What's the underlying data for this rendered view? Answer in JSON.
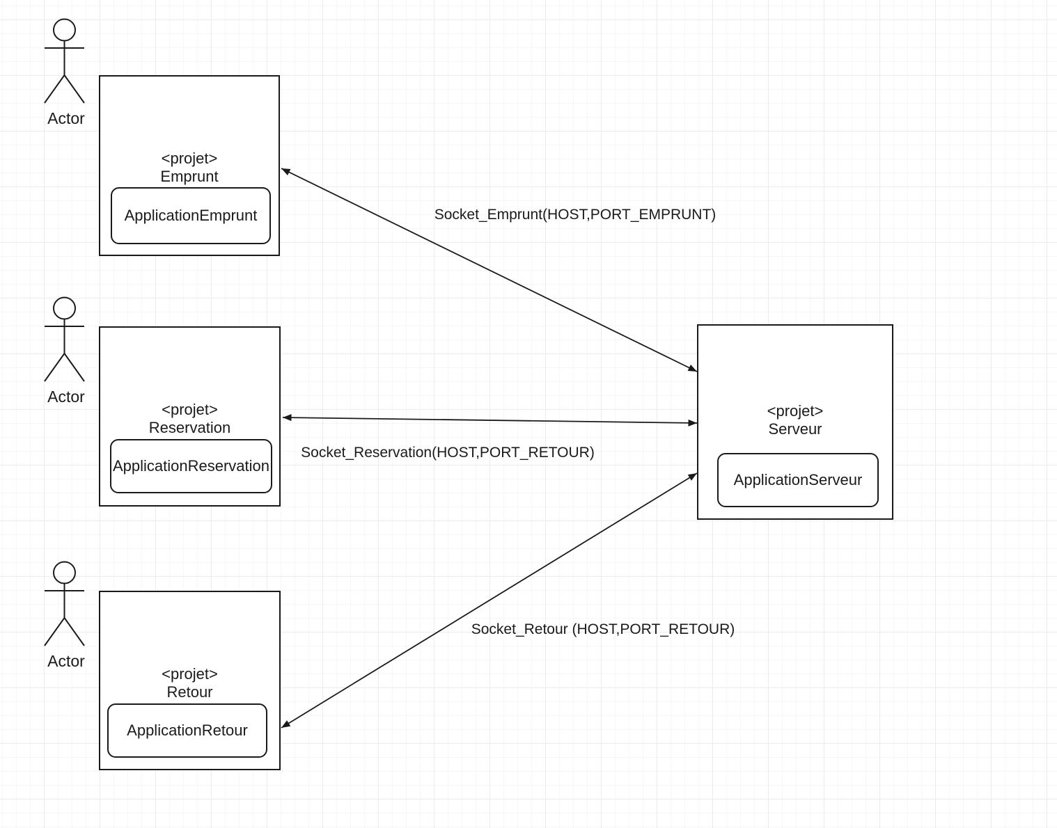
{
  "diagram": {
    "background_color": "#ffffff",
    "grid_minor_color": "#f7f7f7",
    "grid_major_color": "#ececec",
    "stroke_color": "#1a1a1a"
  },
  "actors": [
    {
      "label": "Actor"
    },
    {
      "label": "Actor"
    },
    {
      "label": "Actor"
    }
  ],
  "nodes": {
    "emprunt": {
      "stereotype": "<projet>",
      "name": "Emprunt",
      "app": "ApplicationEmprunt"
    },
    "reservation": {
      "stereotype": "<projet>",
      "name": "Reservation",
      "app": "ApplicationReservation"
    },
    "retour": {
      "stereotype": "<projet>",
      "name": "Retour",
      "app": "ApplicationRetour"
    },
    "serveur": {
      "stereotype": "<projet>",
      "name": "Serveur",
      "app": "ApplicationServeur"
    }
  },
  "edges": [
    {
      "label": "Socket_Emprunt(HOST,PORT_EMPRUNT)"
    },
    {
      "label": "Socket_Reservation(HOST,PORT_RETOUR)"
    },
    {
      "label": "Socket_Retour (HOST,PORT_RETOUR)"
    }
  ]
}
